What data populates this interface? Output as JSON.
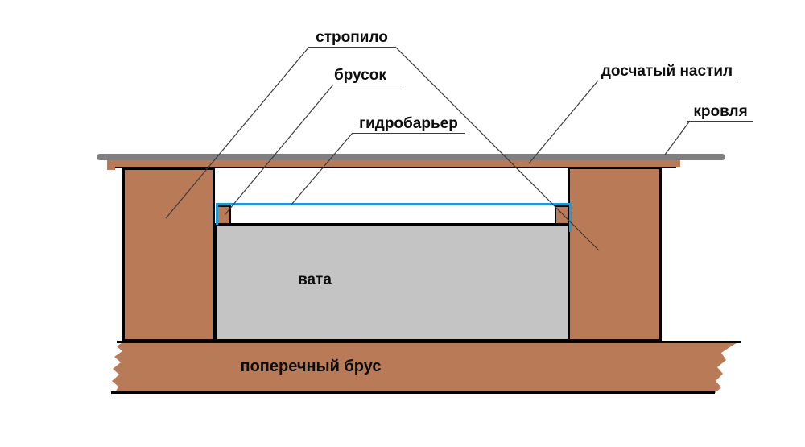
{
  "diagram": {
    "labels": {
      "rafter": "стропило",
      "batten": "брусок",
      "hydro_barrier": "гидробарьер",
      "plank_decking": "досчатый настил",
      "roofing": "кровля",
      "insulation": "вата",
      "cross_beam": "поперечный брус"
    },
    "colors": {
      "wood_brown": "#B97A57",
      "roof_gray": "#7F7F7F",
      "insulation_gray": "#C4C4C4",
      "barrier_blue": "#1E9BD7",
      "outline": "#000000",
      "leader": "#3C3C3C"
    }
  }
}
